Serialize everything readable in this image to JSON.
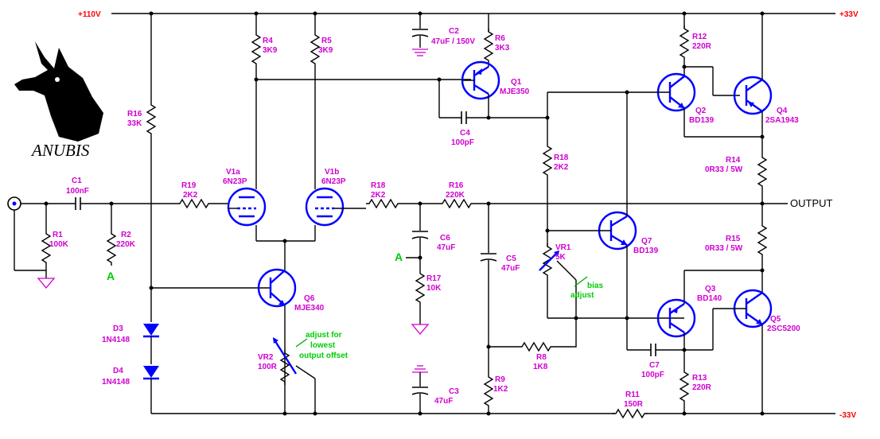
{
  "logo": {
    "text": "ANUBIS",
    "icon": "jackal-head-icon"
  },
  "rails": {
    "pos_hv": "+110V",
    "pos": "+33V",
    "neg": "-33V"
  },
  "output_label": "OUTPUT",
  "node_marker": "A",
  "components": {
    "C1": {
      "ref": "C1",
      "value": "100nF"
    },
    "R1": {
      "ref": "R1",
      "value": "100K"
    },
    "R2": {
      "ref": "R2",
      "value": "220K"
    },
    "R19": {
      "ref": "R19",
      "value": "2K2"
    },
    "R16a": {
      "ref": "R16",
      "value": "33K"
    },
    "V1a": {
      "ref": "V1a",
      "value": "6N23P"
    },
    "V1b": {
      "ref": "V1b",
      "value": "6N23P"
    },
    "R4": {
      "ref": "R4",
      "value": "3K9"
    },
    "R5": {
      "ref": "R5",
      "value": "3K9"
    },
    "C2": {
      "ref": "C2",
      "value": "47uF / 150V"
    },
    "R6": {
      "ref": "R6",
      "value": "3K3"
    },
    "Q1": {
      "ref": "Q1",
      "value": "MJE350"
    },
    "C4": {
      "ref": "C4",
      "value": "100pF"
    },
    "R18a": {
      "ref": "R18",
      "value": "2K2"
    },
    "R16b": {
      "ref": "R16",
      "value": "220K"
    },
    "C6": {
      "ref": "C6",
      "value": "47uF"
    },
    "R17": {
      "ref": "R17",
      "value": "10K"
    },
    "C5": {
      "ref": "C5",
      "value": "47uF"
    },
    "R9": {
      "ref": "R9",
      "value": "1K2"
    },
    "C3": {
      "ref": "C3",
      "value": "47uF"
    },
    "Q6": {
      "ref": "Q6",
      "value": "MJE340"
    },
    "VR2": {
      "ref": "VR2",
      "value": "100R"
    },
    "D3": {
      "ref": "D3",
      "value": "1N4148"
    },
    "D4": {
      "ref": "D4",
      "value": "1N4148"
    },
    "R18b": {
      "ref": "R18",
      "value": "2K2"
    },
    "VR1": {
      "ref": "VR1",
      "value": "5K"
    },
    "R8": {
      "ref": "R8",
      "value": "1K8"
    },
    "Q7": {
      "ref": "Q7",
      "value": "BD139"
    },
    "Q2": {
      "ref": "Q2",
      "value": "BD139"
    },
    "Q4": {
      "ref": "Q4",
      "value": "2SA1943"
    },
    "R12": {
      "ref": "R12",
      "value": "220R"
    },
    "R14": {
      "ref": "R14",
      "value": "0R33 / 5W"
    },
    "R15": {
      "ref": "R15",
      "value": "0R33 / 5W"
    },
    "Q3": {
      "ref": "Q3",
      "value": "BD140"
    },
    "Q5": {
      "ref": "Q5",
      "value": "2SC5200"
    },
    "C7": {
      "ref": "C7",
      "value": "100pF"
    },
    "R13": {
      "ref": "R13",
      "value": "220R"
    },
    "R11": {
      "ref": "R11",
      "value": "150R"
    }
  },
  "notes": {
    "bias": [
      "bias",
      "adjust"
    ],
    "offset": [
      "adjust for",
      "lowest",
      "output offset"
    ]
  }
}
